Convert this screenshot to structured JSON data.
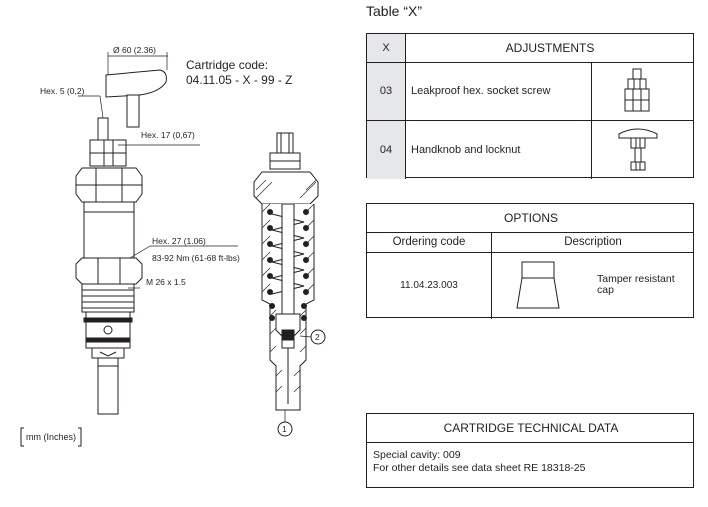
{
  "drawing": {
    "cartridge_label": "Cartridge code:",
    "cartridge_code": "04.11.05 - X - 99 - Z",
    "dim_diameter": "Ø 60 (2.36)",
    "dim_hex5": "Hex. 5 (0,2)",
    "dim_hex17": "Hex. 17 (0,67)",
    "dim_hex27": "Hex. 27 (1.06)",
    "dim_torque": "83-92 Nm (61-68 ft-lbs)",
    "dim_thread": "M 26 x 1.5",
    "callout_1": "1",
    "callout_2": "2",
    "units_note": "mm (Inches)"
  },
  "table_x": {
    "title": "Table “X”",
    "col_x": "X",
    "col_adjustments": "ADJUSTMENTS",
    "rows": [
      {
        "code": "03",
        "label": "Leakproof hex. socket screw"
      },
      {
        "code": "04",
        "label": "Handknob and locknut"
      }
    ]
  },
  "options": {
    "title": "OPTIONS",
    "col_ordering_code": "Ordering code",
    "col_description": "Description",
    "rows": [
      {
        "code": "11.04.23.003",
        "description_line1": "Tamper resistant",
        "description_line2": "cap"
      }
    ]
  },
  "technical_data": {
    "title": "CARTRIDGE TECHNICAL DATA",
    "line1": "Special cavity: 009",
    "line2": "For other details see data sheet RE 18318-25"
  },
  "colors": {
    "line": "#231f20",
    "gray_cell": "#e6e7e8",
    "seal": "#231f20"
  }
}
